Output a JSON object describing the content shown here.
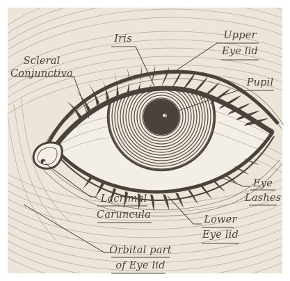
{
  "labels": {
    "iris": [
      "Iris"
    ],
    "upper_eye_lid": [
      "Upper",
      "Eye lid"
    ],
    "scleral_conjunctiva": [
      "Scleral",
      "Conjunctiva"
    ],
    "pupil": [
      "Pupil"
    ],
    "eye_lashes": [
      "Eye",
      "Lashes"
    ],
    "lacrimal_caruncula": [
      "Lacrimal",
      "Caruncula"
    ],
    "lower_eye_lid": [
      "Lower",
      "Eye lid"
    ],
    "orbital_part_of_eye_lid": [
      "Orbital part",
      "of Eye lid"
    ]
  },
  "colors": {
    "background": "#ece6d9",
    "ink": "#4a423b",
    "pupil": "#4a423b",
    "white_of_eye": "#f3efe6"
  }
}
